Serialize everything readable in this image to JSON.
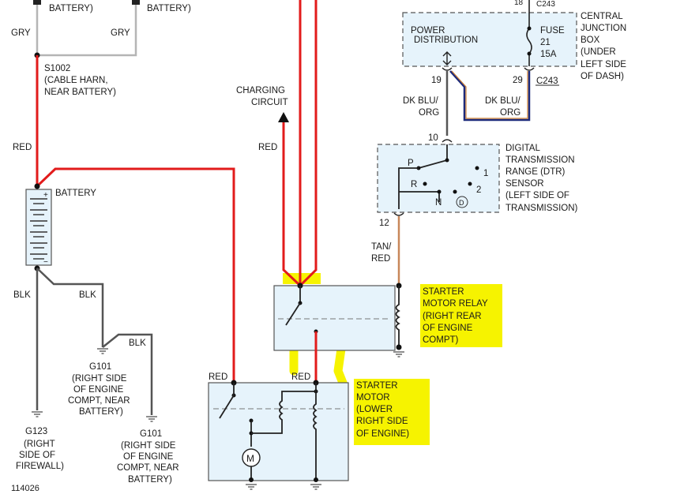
{
  "labels": {
    "battery_top_left": "BATTERY)",
    "battery_top_right": "BATTERY)",
    "gry_left": "GRY",
    "gry_right": "GRY",
    "s1002_1": "S1002",
    "s1002_2": "(CABLE HARN,",
    "s1002_3": "NEAR BATTERY)",
    "red_left": "RED",
    "battery": "BATTERY",
    "blk_left": "BLK",
    "blk_mid": "BLK",
    "blk_right": "BLK",
    "g101_a_1": "G101",
    "g101_a_2": "(RIGHT SIDE",
    "g101_a_3": "OF ENGINE",
    "g101_a_4": "COMPT, NEAR",
    "g101_a_5": "BATTERY)",
    "g101_b_1": "G101",
    "g101_b_2": "(RIGHT SIDE",
    "g101_b_3": "OF ENGINE",
    "g101_b_4": "COMPT, NEAR",
    "g101_b_5": "BATTERY)",
    "g123_1": "G123",
    "g123_2": "(RIGHT",
    "g123_3": "SIDE OF",
    "g123_4": "FIREWALL)",
    "fig_id": "114026",
    "charging_1": "CHARGING",
    "charging_2": "CIRCUIT",
    "red_charging": "RED",
    "pd_1": "POWER",
    "pd_2": "DISTRIBUTION",
    "fuse_1": "FUSE",
    "fuse_2": "21",
    "fuse_3": "15A",
    "cjb_1": "CENTRAL",
    "cjb_2": "JUNCTION",
    "cjb_3": "BOX",
    "cjb_4": "(UNDER",
    "cjb_5": "LEFT SIDE",
    "cjb_6": "OF DASH)",
    "pin_18": "18",
    "conn_c243_top": "C243",
    "pin_19": "19",
    "pin_29": "29",
    "conn_c243": "C243",
    "dkblu_left_1": "DK BLU/",
    "dkblu_left_2": "ORG",
    "dkblu_right_1": "DK BLU/",
    "dkblu_right_2": "ORG",
    "pin_10": "10",
    "pin_12": "12",
    "dtr_1": "DIGITAL",
    "dtr_2": "TRANSMISSION",
    "dtr_3": "RANGE (DTR)",
    "dtr_4": "SENSOR",
    "dtr_5": "(LEFT SIDE OF",
    "dtr_6": "TRANSMISSION)",
    "pos_p": "P",
    "pos_r": "R",
    "pos_n": "N",
    "pos_d": "D",
    "pos_1": "1",
    "pos_2": "2",
    "tanred_1": "TAN/",
    "tanred_2": "RED",
    "relay_1": "STARTER",
    "relay_2": "MOTOR RELAY",
    "relay_3": "(RIGHT REAR",
    "relay_4": "OF ENGINE",
    "relay_5": "COMPT)",
    "red_motor_left": "RED",
    "red_motor_mid": "RED",
    "motor_1": "STARTER",
    "motor_2": "MOTOR",
    "motor_3": "(LOWER",
    "motor_4": "RIGHT SIDE",
    "motor_5": "OF ENGINE)",
    "motor_symbol": "M",
    "battery_plus": "+",
    "battery_minus": "−"
  },
  "colors": {
    "red_wire": "#e21b1b",
    "gray_wire": "#b5b5b5",
    "black_wire": "#555555",
    "tan_wire": "#c8875a",
    "dark_blue_wire": "#1d2a7a",
    "component_fill": "#e6f3fb",
    "highlight": "#f6f300"
  }
}
